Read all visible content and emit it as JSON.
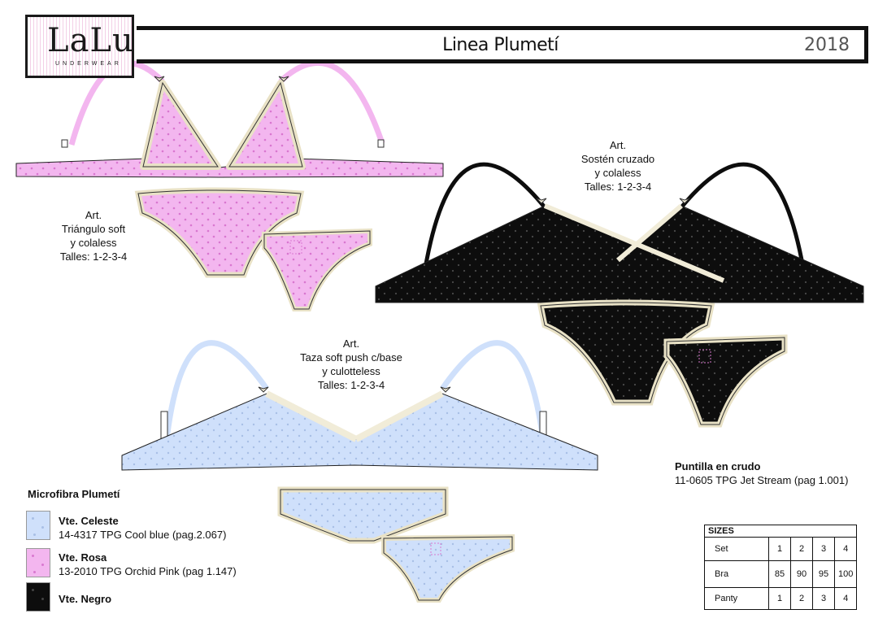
{
  "header": {
    "logo_name": "LaLu",
    "logo_sub": "UNDERWEAR",
    "title": "Linea Plumetí",
    "year": "2018"
  },
  "articles": [
    {
      "lines": [
        "Art.",
        "Triángulo soft",
        "y colaless",
        "Talles: 1-2-3-4"
      ]
    },
    {
      "lines": [
        "Art.",
        "Sostén cruzado",
        "y colaless",
        "Talles: 1-2-3-4"
      ]
    },
    {
      "lines": [
        "Art.",
        "Taza soft push c/base",
        "y culotteless",
        "Talles: 1-2-3-4"
      ]
    }
  ],
  "trim": {
    "title": "Puntilla en crudo",
    "detail": "11-0605 TPG Jet Stream (pag 1.001)"
  },
  "fabric": {
    "title": "Microfibra Plumetí",
    "variants": [
      {
        "name": "Vte. Celeste",
        "detail": "14-4317 TPG Cool blue (pag.2.067)",
        "color": "#cfe0fb"
      },
      {
        "name": "Vte. Rosa",
        "detail": "13-2010 TPG  Orchid Pink (pag 1.147)",
        "color": "#f3b6ef"
      },
      {
        "name": "Vte. Negro",
        "detail": "",
        "color": "#0d0d0d"
      }
    ]
  },
  "sizes": {
    "title": "SIZES",
    "rows": [
      {
        "label": "Set",
        "values": [
          "1",
          "2",
          "3",
          "4"
        ]
      },
      {
        "label": "Bra",
        "values": [
          "85",
          "90",
          "95",
          "100"
        ]
      },
      {
        "label": "Panty",
        "values": [
          "1",
          "2",
          "3",
          "4"
        ]
      }
    ]
  },
  "colors": {
    "pink": "#f3b6ef",
    "blue": "#cfe0fb",
    "black": "#0d0d0d",
    "cream": "#f1ecd8"
  }
}
